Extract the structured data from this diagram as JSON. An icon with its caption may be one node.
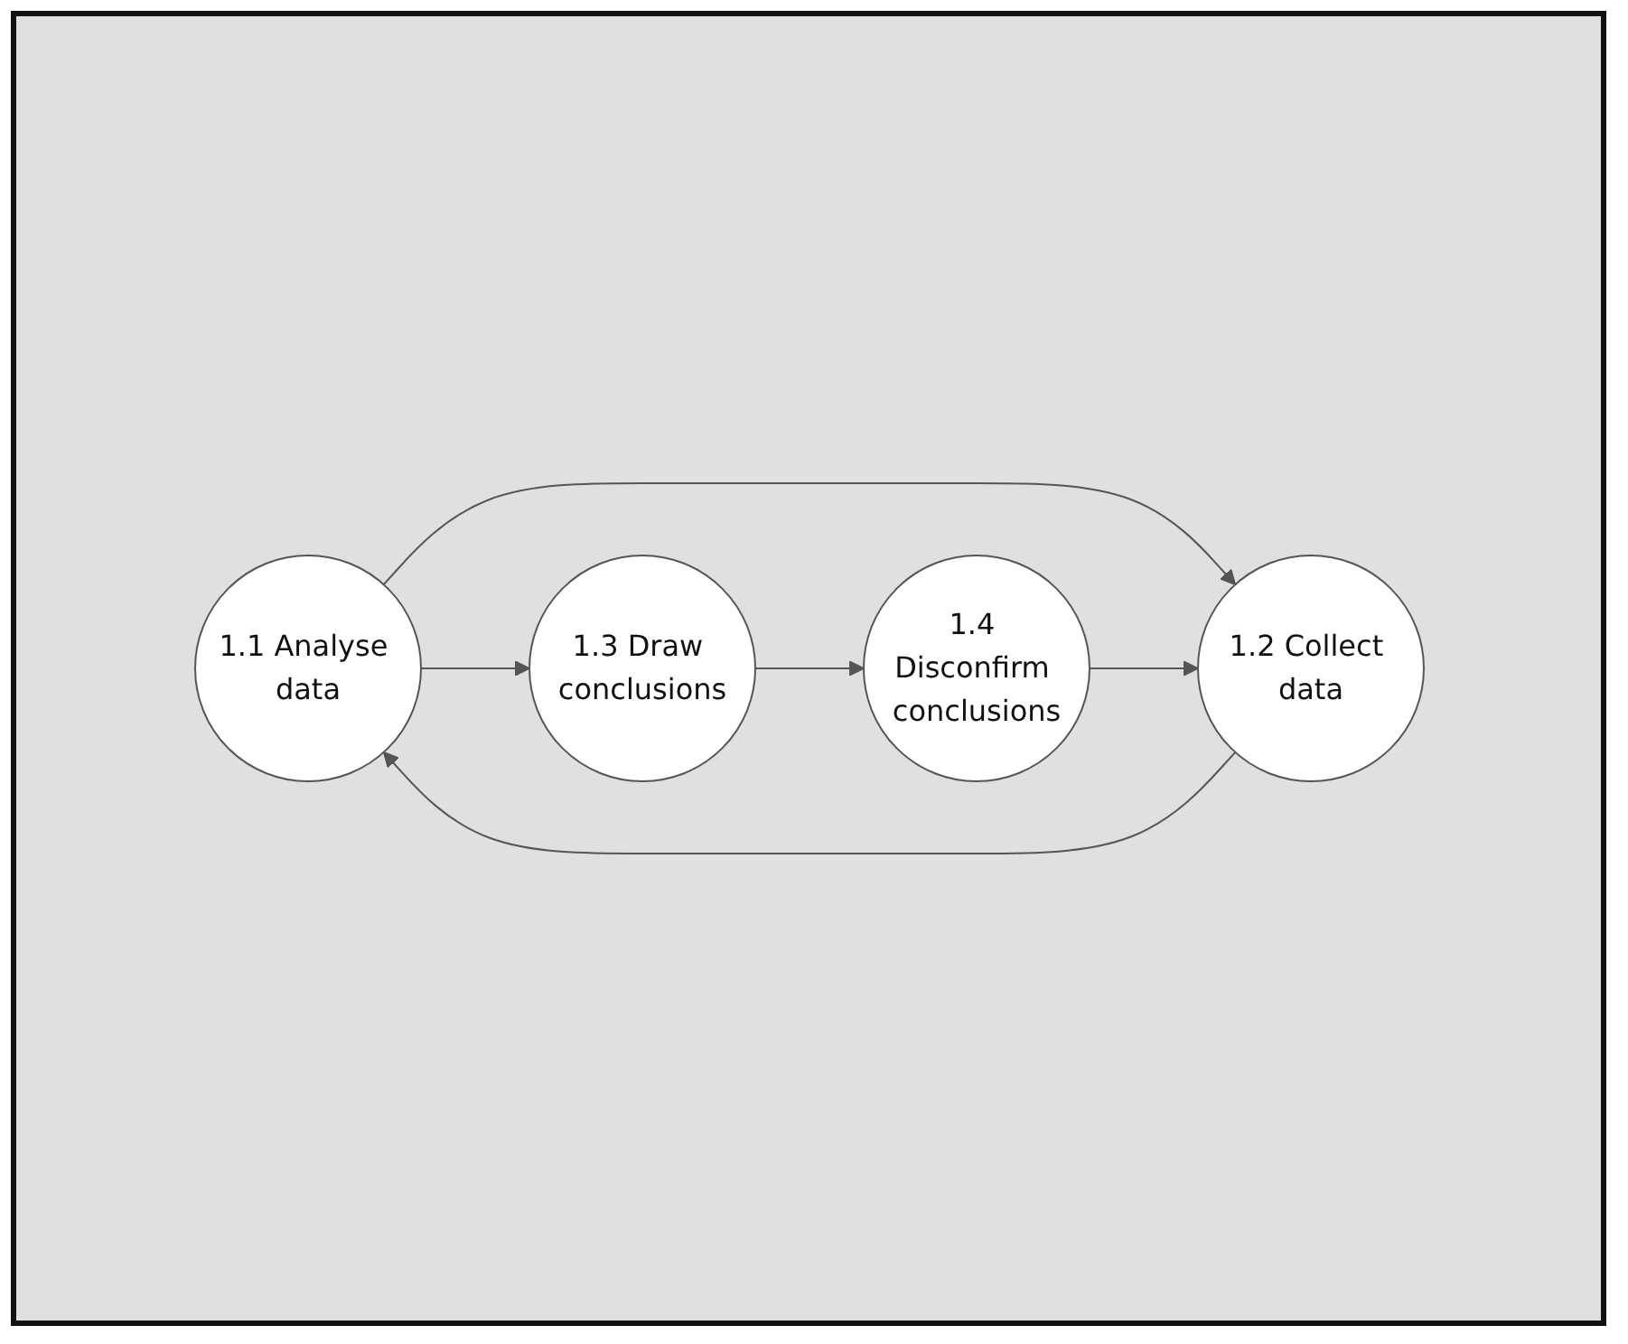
{
  "diagram": {
    "nodes": [
      {
        "text": [
          "1.1 Analyse data"
        ]
      },
      {
        "text": [
          "1.2 Collect data"
        ]
      },
      {
        "text": [
          "1.3 Draw conclusions"
        ]
      },
      {
        "text": [
          "1.4 Disconfirm conclusions"
        ]
      }
    ],
    "edges": [
      {
        "from": 1,
        "to": 0,
        "arrow": "to"
      },
      {
        "from": 0,
        "to": 1,
        "arrow": "to"
      },
      {
        "from": 0,
        "to": 2,
        "arrow": "to"
      },
      {
        "from": 2,
        "to": 3,
        "arrow": "to"
      },
      {
        "from": 3,
        "to": 1,
        "arrow": "to"
      }
    ]
  }
}
